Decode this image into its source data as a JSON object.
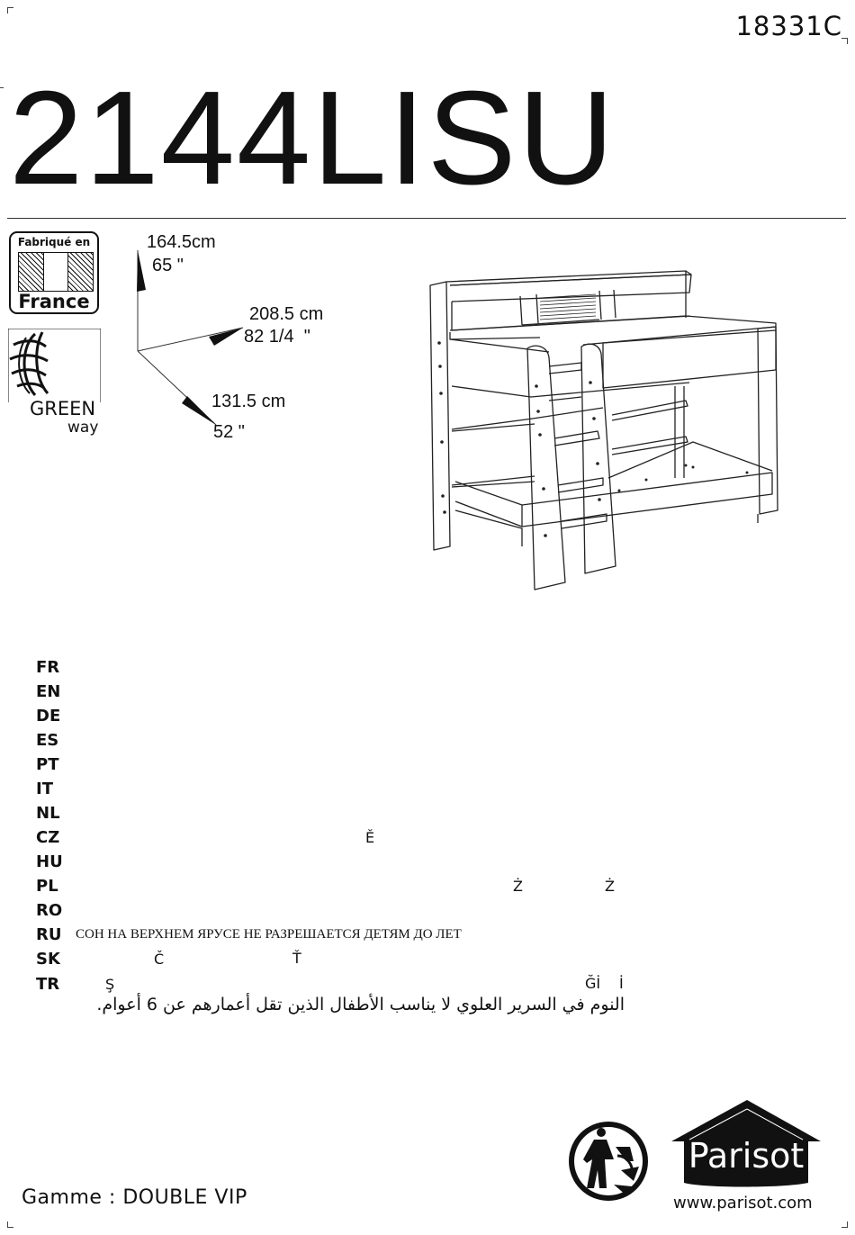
{
  "header": {
    "code": "18331C",
    "model": "2144LISU"
  },
  "badges": {
    "made_in_top": "Fabriqué en",
    "made_in_bottom": "France",
    "green_word": "GREEN",
    "green_sub": "way"
  },
  "dimensions": {
    "height_metric": "164.5cm",
    "height_imperial": "65 \"",
    "length_metric": "208.5 cm",
    "length_imperial": "82 1/4  \"",
    "depth_metric": "131.5 cm",
    "depth_imperial": "52 \""
  },
  "warnings": [
    {
      "code": "FR",
      "text": ""
    },
    {
      "code": "EN",
      "text": ""
    },
    {
      "code": "DE",
      "text": ""
    },
    {
      "code": "ES",
      "text": ""
    },
    {
      "code": "PT",
      "text": ""
    },
    {
      "code": "IT",
      "text": ""
    },
    {
      "code": "NL",
      "text": ""
    },
    {
      "code": "CZ",
      "text": ""
    },
    {
      "code": "HU",
      "text": ""
    },
    {
      "code": "PL",
      "text": ""
    },
    {
      "code": "RO",
      "text": ""
    },
    {
      "code": "RU",
      "text": "СОН НА ВЕРХНЕМ ЯРУСЕ НЕ РАЗРЕШАЕТСЯ ДЕТЯМ ДО    ЛЕТ"
    },
    {
      "code": "SK",
      "text": ""
    },
    {
      "code": "TR",
      "text": ""
    }
  ],
  "stray_glyphs": {
    "cz": "Ě",
    "pl1": "Ż",
    "pl2": "Ż",
    "sk1": "Č",
    "sk2": "Ť",
    "tr1": "Ş",
    "tr2": "Ğİ",
    "tr3": "İ"
  },
  "arabic_text": "النوم في السرير العلوي لا يناسب الأطفال الذين تقل أعمارهم عن 6 أعوام.",
  "footer": {
    "range_label": "Gamme : DOUBLE VIP",
    "brand": "Parisot",
    "website": "www.parisot.com"
  },
  "icons": [
    "flag-france-icon",
    "green-way-globe-icon",
    "recycle-person-icon",
    "parisot-house-logo"
  ]
}
